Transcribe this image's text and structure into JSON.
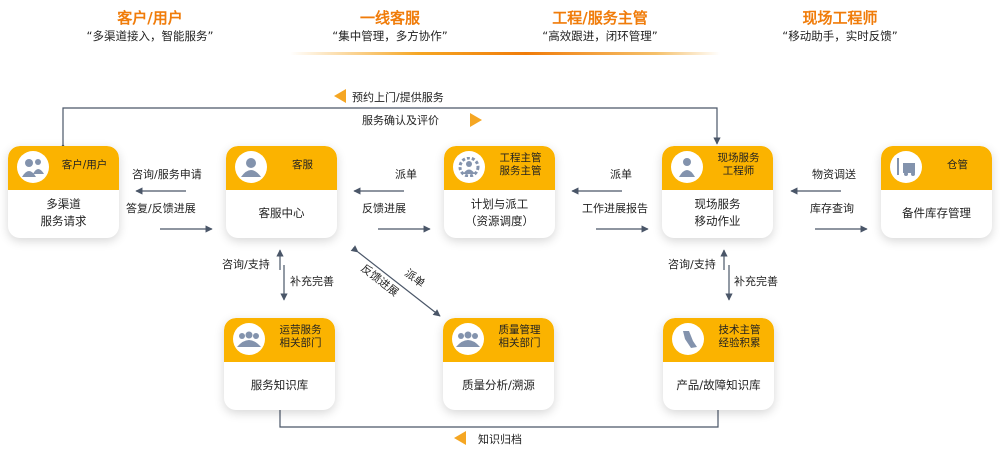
{
  "roles": [
    {
      "title": "客户/用户",
      "subtitle": "“多渠道接入，智能服务”"
    },
    {
      "title": "一线客服",
      "subtitle": "“集中管理，多方协作”"
    },
    {
      "title": "工程/服务主管",
      "subtitle": "“高效跟进，闭环管理”"
    },
    {
      "title": "现场工程师",
      "subtitle": "“移动助手，实时反馈”"
    }
  ],
  "cards": {
    "customer": {
      "header": "客户/用户",
      "body": "多渠道\n服务请求",
      "icon": "users-icon"
    },
    "service": {
      "header": "客服",
      "body": "客服中心",
      "icon": "agent-icon"
    },
    "manager": {
      "header": "工程主管\n服务主管",
      "body": "计划与派工\n（资源调度）",
      "icon": "team-gear-icon"
    },
    "field": {
      "header": "现场服务\n工程师",
      "body": "现场服务\n移动作业",
      "icon": "engineer-icon"
    },
    "warehouse": {
      "header": "仓管",
      "body": "备件库存管理",
      "icon": "forklift-icon"
    },
    "ops": {
      "header": "运营服务\n相关部门",
      "body": "服务知识库",
      "icon": "group-icon"
    },
    "quality": {
      "header": "质量管理\n相关部门",
      "body": "质量分析/溯源",
      "icon": "group-icon"
    },
    "tech": {
      "header": "技术主管\n经验积累",
      "body": "产品/故障知识库",
      "icon": "hand-icon"
    }
  },
  "flows": {
    "top_left": "预约上门/提供服务",
    "top_right": "服务确认及评价",
    "c_s_top": "咨询/服务申请",
    "c_s_bottom": "答复/反馈进展",
    "s_m_top": "派单",
    "s_m_bottom": "反馈进展",
    "m_f_top": "派单",
    "m_f_bottom": "工作进展报告",
    "f_w_top": "物资调送",
    "f_w_bottom": "库存查询",
    "s_o_up": "咨询/支持",
    "s_o_down": "补充完善",
    "diag_a": "反馈进展",
    "diag_b": "派单",
    "f_t_up": "咨询/支持",
    "f_t_down": "补充完善",
    "bottom": "知识归档"
  },
  "colors": {
    "accent": "#fbb300",
    "title": "#f07c0a",
    "line": "#4a5668"
  }
}
